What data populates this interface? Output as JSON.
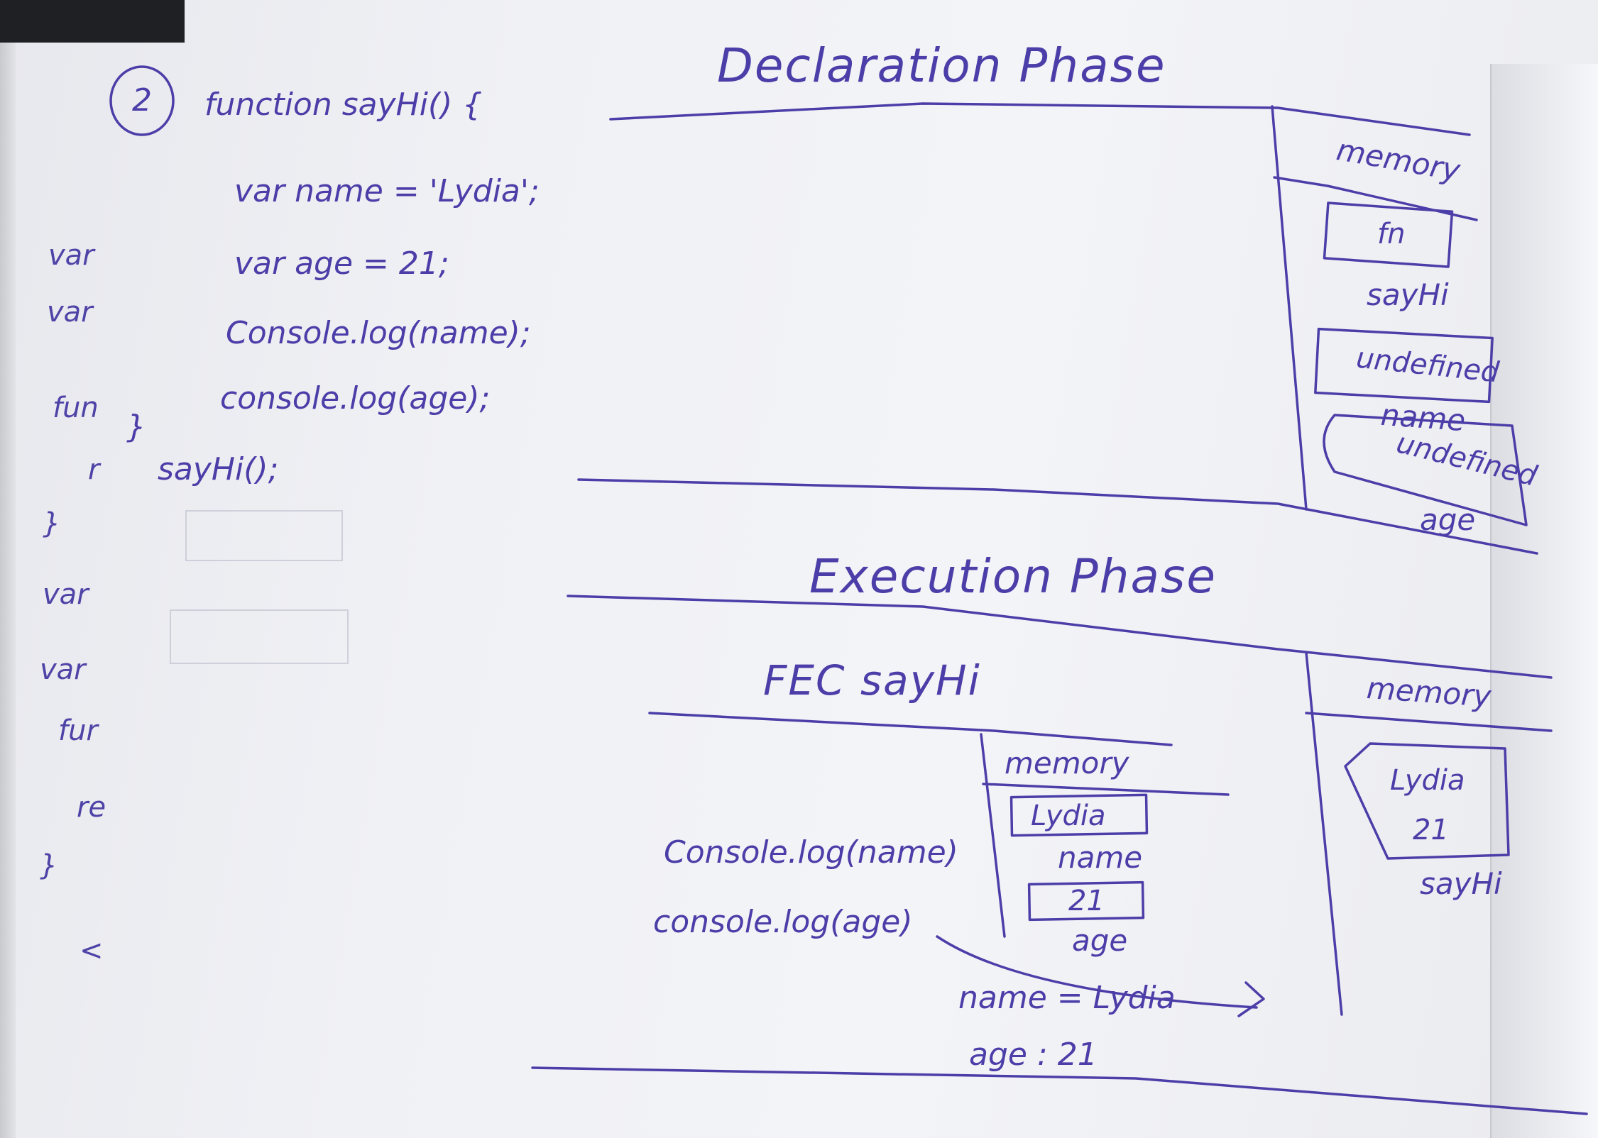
{
  "colors": {
    "ink": "#4b3ea8",
    "paper": "#f0f1f5",
    "background": "#2b2c30"
  },
  "code": {
    "number": "2",
    "lines": [
      "function sayHi() {",
      "var name = 'Lydia';",
      "var age = 21;",
      "Console.log(name);",
      "console.log(age);",
      "}",
      "sayHi();"
    ]
  },
  "margin": {
    "labels": [
      "var",
      "var",
      "fun",
      "r",
      "}",
      "var",
      "var",
      "fur",
      "re",
      "}",
      "<"
    ]
  },
  "declaration": {
    "title": "Declaration Phase",
    "memory": {
      "label": "memory",
      "items": [
        {
          "value": "fn",
          "name": "sayHi"
        },
        {
          "value": "undefined",
          "name": "name"
        },
        {
          "value": "undefined",
          "name": "age"
        }
      ]
    }
  },
  "execution": {
    "title": "Execution Phase",
    "fec": {
      "title": "FEC sayHi",
      "memory": {
        "label": "memory",
        "items": [
          {
            "value": "Lydia",
            "name": "name"
          },
          {
            "value": "21",
            "name": "age"
          }
        ]
      },
      "logs": [
        "Console.log(name)",
        "console.log(age)"
      ],
      "output": [
        "name = Lydia",
        "age : 21"
      ]
    },
    "global_memory": {
      "label": "memory",
      "values": [
        "Lydia",
        "21"
      ],
      "name": "sayHi"
    }
  }
}
